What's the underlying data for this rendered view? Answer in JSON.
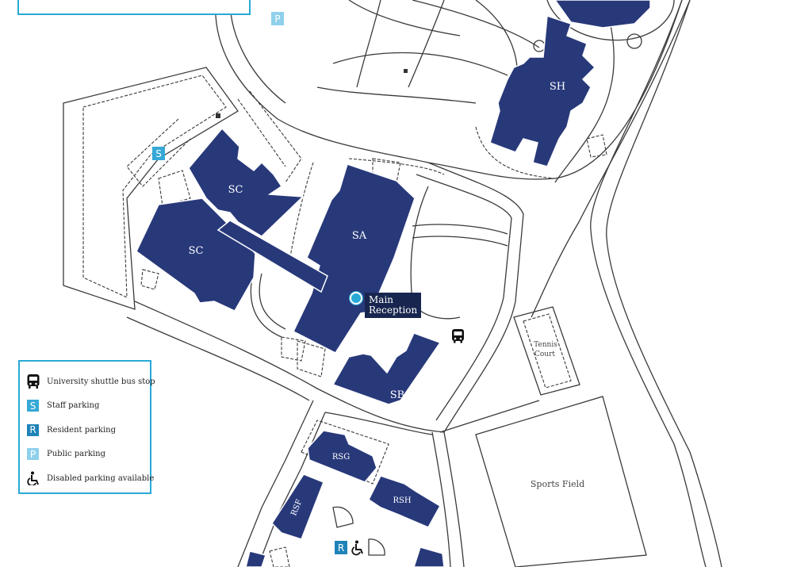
{
  "legend_top_fragment": "bar",
  "legend": {
    "items": [
      {
        "icon": "bus-icon",
        "label": "University shuttle bus stop"
      },
      {
        "icon": "staff-parking-icon",
        "symbol": "S",
        "label": "Staff parking",
        "color": "#35a8d6"
      },
      {
        "icon": "resident-parking-icon",
        "symbol": "R",
        "label": "Resident parking",
        "color": "#1f83b8"
      },
      {
        "icon": "public-parking-icon",
        "symbol": "P",
        "label": "Public parking",
        "color": "#8fd0ec"
      },
      {
        "icon": "wheelchair-icon",
        "label": "Disabled parking available"
      }
    ]
  },
  "buildings": {
    "sc_upper": "SC",
    "sc_lower": "SC",
    "sa": "SA",
    "sb": "SB",
    "sh": "SH",
    "rsg": "RSG",
    "rsh": "RSH",
    "rsf": "RSF"
  },
  "areas": {
    "tennis_line1": "Tennis",
    "tennis_line2": "Court",
    "sports_field": "Sports Field"
  },
  "reception": {
    "line1": "Main",
    "line2": "Reception"
  },
  "markers": {
    "parking_p": "P",
    "parking_s": "S",
    "parking_r": "R"
  },
  "colors": {
    "building": "#28397a",
    "accent": "#29a9d6",
    "reception_bg": "#18264f"
  }
}
